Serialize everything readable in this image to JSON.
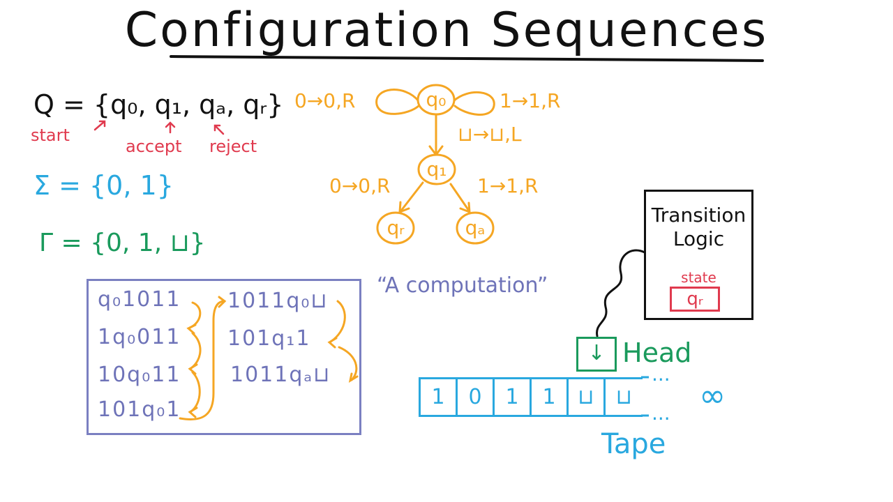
{
  "title": "Configuration Sequences",
  "definitions": {
    "states": "Q = {q₀, q₁, qₐ, qᵣ}",
    "start_label": "start",
    "accept_label": "accept",
    "reject_label": "reject",
    "alphabet": "Σ = {0, 1}",
    "tape_alphabet": "Γ = {0, 1, ⊔}"
  },
  "state_diagram": {
    "states": [
      "q₀",
      "q₁",
      "qᵣ",
      "qₐ"
    ],
    "q0_loop_left": "0→0,R",
    "q0_loop_right": "1→1,R",
    "q0_to_q1": "⊔→⊔,L",
    "q1_to_qr": "0→0,R",
    "q1_to_qa": "1→1,R"
  },
  "computation": {
    "label": "“A computation”",
    "col1": [
      "q₀1011",
      "1q₀011",
      "10q₀11",
      "101q₀1"
    ],
    "col2": [
      "1011q₀⊔",
      "101q₁1",
      "1011qₐ⊔"
    ]
  },
  "machine": {
    "logic_label_1": "Transition",
    "logic_label_2": "Logic",
    "state_label": "state",
    "current_state": "qᵣ",
    "head_label": "Head",
    "head_arrow": "↓",
    "tape_cells": [
      "1",
      "0",
      "1",
      "1",
      "⊔",
      "⊔"
    ],
    "tape_ellipsis": "...",
    "infinity": "∞",
    "tape_label": "Tape"
  },
  "colors": {
    "orange": "#f5a623",
    "blue": "#29a8df",
    "green": "#1a9a5c",
    "red": "#e03a4e",
    "purple": "#6e73b8"
  }
}
